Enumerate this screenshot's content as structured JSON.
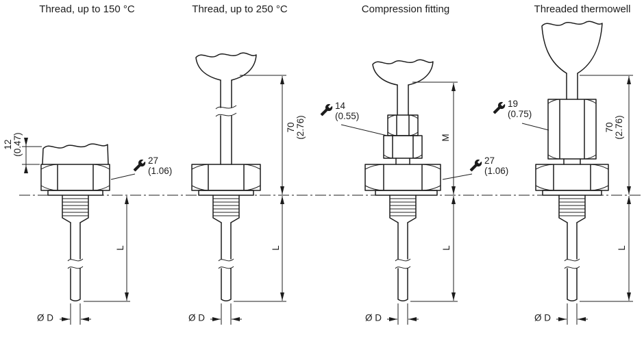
{
  "colors": {
    "background": "#ffffff",
    "line": "#1c1c1c"
  },
  "variants": [
    {
      "title": "Thread, up to 150 °C",
      "labels": {
        "head_height_mm": "12",
        "head_height_in": "(0.47)",
        "wrench_mm": "27",
        "wrench_in": "(1.06)",
        "length": "L",
        "diameter": "Ø D"
      }
    },
    {
      "title": "Thread, up to 250 °C",
      "labels": {
        "neck_mm": "70",
        "neck_in": "(2.76)",
        "length": "L",
        "diameter": "Ø D"
      }
    },
    {
      "title": "Compression fitting",
      "labels": {
        "wrench_top_mm": "14",
        "wrench_top_in": "(0.55)",
        "insertion": "M",
        "wrench_mm": "27",
        "wrench_in": "(1.06)",
        "length": "L",
        "diameter": "Ø D"
      }
    },
    {
      "title": "Threaded thermowell",
      "labels": {
        "wrench_top_mm": "19",
        "wrench_top_in": "(0.75)",
        "neck_mm": "70",
        "neck_in": "(2.76)",
        "length": "L",
        "diameter": "Ø D"
      }
    }
  ]
}
